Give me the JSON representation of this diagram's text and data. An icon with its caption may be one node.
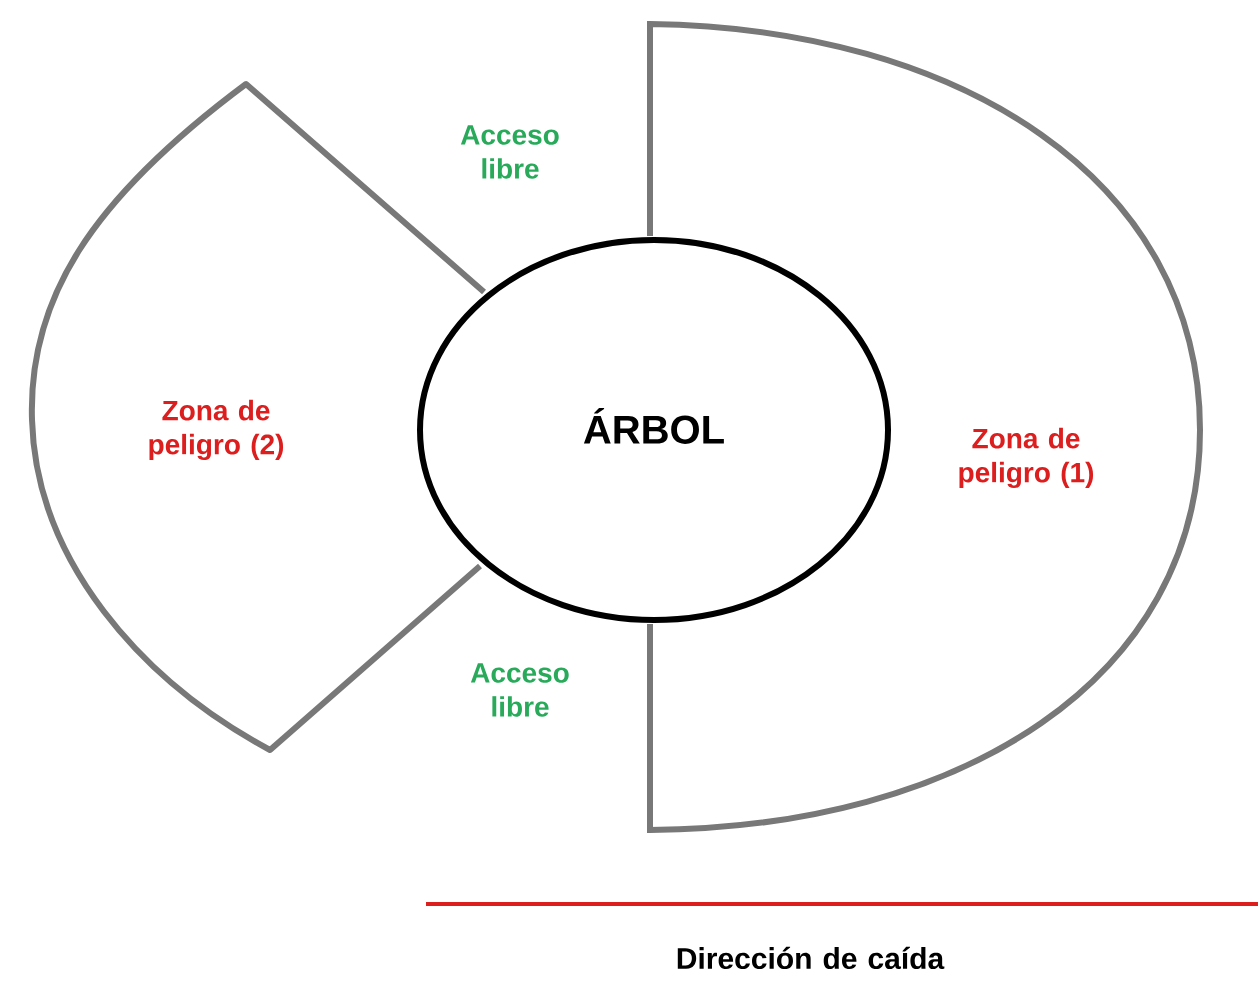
{
  "diagram": {
    "nodes": [
      {
        "text": [
          "Zona de peligro (2)"
        ]
      },
      {
        "text": [
          "ÁRBOL"
        ]
      },
      {
        "text": [
          "Zona de peligro (1)"
        ]
      }
    ],
    "labels": [
      "Acceso libre",
      "Acceso libre",
      "Dirección de caída"
    ]
  }
}
